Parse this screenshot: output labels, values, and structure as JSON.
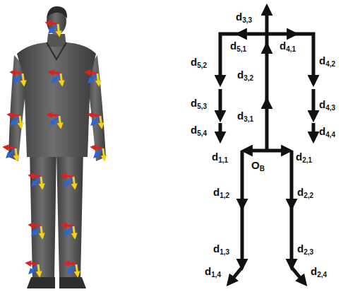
{
  "diagram": {
    "labels": [
      "d3,3",
      "d5,1",
      "d4,1",
      "d5,2",
      "d3,2",
      "d4,2",
      "d5,3",
      "d3,1",
      "d4,3",
      "d5,4",
      "d4,4",
      "d1,1",
      "d2,1",
      "OB",
      "d1,2",
      "d2,2",
      "d1,3",
      "d2,3",
      "d1,4",
      "d2,4"
    ]
  }
}
